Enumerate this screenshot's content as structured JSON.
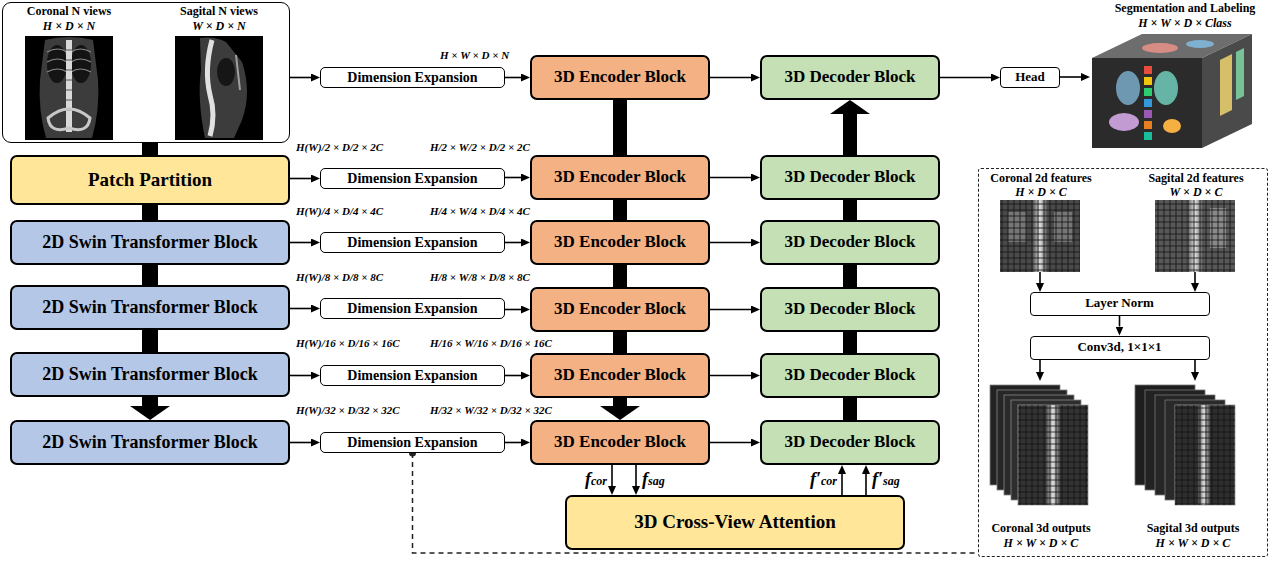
{
  "diagram": {
    "nodes": [
      {
        "text": [
          "Coronal N views",
          "H × D × N",
          "Sagital N views",
          "W × D × N"
        ]
      },
      {
        "text": [
          "Patch Partition"
        ]
      },
      {
        "text": [
          "2D Swin Transformer Block"
        ]
      },
      {
        "text": [
          "2D Swin Transformer Block"
        ]
      },
      {
        "text": [
          "2D Swin Transformer Block"
        ]
      },
      {
        "text": [
          "2D Swin Transformer Block"
        ]
      },
      {
        "text": [
          "Dimension Expansion"
        ]
      },
      {
        "text": [
          "Dimension Expansion"
        ]
      },
      {
        "text": [
          "Dimension Expansion"
        ]
      },
      {
        "text": [
          "Dimension Expansion"
        ]
      },
      {
        "text": [
          "Dimension Expansion"
        ]
      },
      {
        "text": [
          "Dimension Expansion"
        ]
      },
      {
        "text": [
          "3D Encoder Block"
        ]
      },
      {
        "text": [
          "3D Encoder Block"
        ]
      },
      {
        "text": [
          "3D Encoder Block"
        ]
      },
      {
        "text": [
          "3D Encoder Block"
        ]
      },
      {
        "text": [
          "3D Encoder Block"
        ]
      },
      {
        "text": [
          "3D Encoder Block"
        ]
      },
      {
        "text": [
          "3D Decoder Block"
        ]
      },
      {
        "text": [
          "3D Decoder Block"
        ]
      },
      {
        "text": [
          "3D Decoder Block"
        ]
      },
      {
        "text": [
          "3D Decoder Block"
        ]
      },
      {
        "text": [
          "3D Decoder Block"
        ]
      },
      {
        "text": [
          "3D Decoder Block"
        ]
      },
      {
        "text": [
          "Head"
        ]
      },
      {
        "text": [
          "3D Cross-View Attention"
        ]
      },
      {
        "text": [
          "Coronal 2d features",
          "H × D × C",
          "Sagital 2d features",
          "W × D × C",
          "Coronal 3d outputs",
          "H × W × D × C",
          "Sagital 3d outputs",
          "H × W × D × C"
        ]
      },
      {
        "text": [
          "Layer Norm"
        ],
        "in": 26
      },
      {
        "text": [
          "Conv3d, 1×1×1"
        ],
        "in": 26
      }
    ],
    "edges": [
      {
        "from": 0,
        "to": 1,
        "arrow": "none"
      },
      {
        "from": 1,
        "to": 2,
        "arrow": "none"
      },
      {
        "from": 2,
        "to": 3,
        "arrow": "none"
      },
      {
        "from": 3,
        "to": 4,
        "arrow": "none"
      },
      {
        "from": 4,
        "to": 5,
        "arrow": "to"
      },
      {
        "from": 0,
        "to": 6,
        "arrow": "to"
      },
      {
        "from": 1,
        "to": 7,
        "arrow": "to"
      },
      {
        "from": 2,
        "to": 8,
        "arrow": "to"
      },
      {
        "from": 3,
        "to": 9,
        "arrow": "to"
      },
      {
        "from": 4,
        "to": 10,
        "arrow": "to"
      },
      {
        "from": 5,
        "to": 11,
        "arrow": "to"
      },
      {
        "from": 6,
        "to": 12,
        "arrow": "to"
      },
      {
        "from": 7,
        "to": 13,
        "arrow": "to"
      },
      {
        "from": 8,
        "to": 14,
        "arrow": "to"
      },
      {
        "from": 9,
        "to": 15,
        "arrow": "to"
      },
      {
        "from": 10,
        "to": 16,
        "arrow": "to"
      },
      {
        "from": 11,
        "to": 17,
        "arrow": "to"
      },
      {
        "from": 12,
        "to": 13,
        "arrow": "none"
      },
      {
        "from": 13,
        "to": 14,
        "arrow": "none"
      },
      {
        "from": 14,
        "to": 15,
        "arrow": "none"
      },
      {
        "from": 15,
        "to": 16,
        "arrow": "none"
      },
      {
        "from": 16,
        "to": 17,
        "arrow": "to"
      },
      {
        "from": 12,
        "to": 18,
        "arrow": "to"
      },
      {
        "from": 13,
        "to": 19,
        "arrow": "to"
      },
      {
        "from": 14,
        "to": 20,
        "arrow": "to"
      },
      {
        "from": 15,
        "to": 21,
        "arrow": "to"
      },
      {
        "from": 16,
        "to": 22,
        "arrow": "to"
      },
      {
        "from": 17,
        "to": 23,
        "arrow": "to"
      },
      {
        "from": 23,
        "to": 22,
        "arrow": "none"
      },
      {
        "from": 22,
        "to": 21,
        "arrow": "none"
      },
      {
        "from": 21,
        "to": 20,
        "arrow": "none"
      },
      {
        "from": 20,
        "to": 19,
        "arrow": "none"
      },
      {
        "from": 19,
        "to": 18,
        "arrow": "to"
      },
      {
        "from": 18,
        "to": 24,
        "arrow": "to"
      },
      {
        "from": 17,
        "to": 25,
        "arrow": "to",
        "label": "fcor"
      },
      {
        "from": 17,
        "to": 25,
        "arrow": "to",
        "label": "fsag"
      },
      {
        "from": 25,
        "to": 23,
        "arrow": "to",
        "label": "f′cor"
      },
      {
        "from": 25,
        "to": 23,
        "arrow": "to",
        "label": "f′sag"
      },
      {
        "from": 11,
        "to": 26,
        "arrow": "none"
      },
      {
        "from": 27,
        "to": 28,
        "arrow": "to"
      }
    ],
    "labels": [
      "H × W × D × N",
      "H(W)/2 × D/2 × 2C",
      "H/2 × W/2 × D/2 × 2C",
      "H(W)/4 × D/4 × 4C",
      "H/4 × W/4 × D/4 × 4C",
      "H(W)/8 × D/8 × 8C",
      "H/8 × W/8 × D/8 × 8C",
      "H(W)/16 × D/16 × 16C",
      "H/16 × W/16 × D/16 × 16C",
      "H(W)/32 × D/32 × 32C",
      "H/32 × W/32 × D/32 × 32C",
      "Segmentation and Labeling",
      "H × W × D × Class"
    ]
  }
}
